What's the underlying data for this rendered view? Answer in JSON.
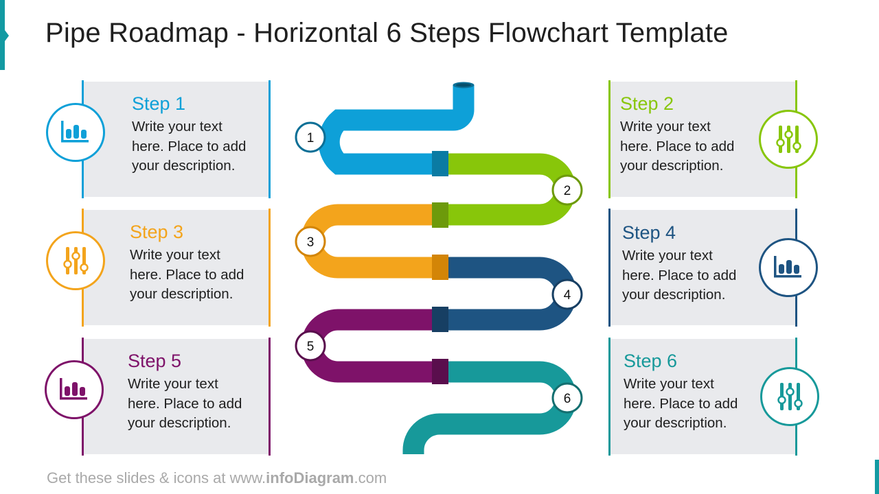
{
  "title": "Pipe Roadmap - Horizontal 6 Steps Flowchart Template",
  "footer": {
    "prefix": "Get these slides & icons at www.",
    "brand": "infoDiagram",
    "suffix": ".com"
  },
  "colors": {
    "accent": "#139aa2"
  },
  "steps": [
    {
      "id": 1,
      "title": "Step 1",
      "description": [
        "Write your text",
        "here. Place to add",
        "your description."
      ],
      "color": "#0ea0d8",
      "icon": "bar-chart-icon"
    },
    {
      "id": 2,
      "title": "Step 2",
      "description": [
        "Write your text",
        "here. Place to add",
        "your description."
      ],
      "color": "#88c60a",
      "icon": "sliders-icon"
    },
    {
      "id": 3,
      "title": "Step 3",
      "description": [
        "Write your text",
        "here. Place to add",
        "your description."
      ],
      "color": "#f3a41c",
      "icon": "sliders-icon"
    },
    {
      "id": 4,
      "title": "Step 4",
      "description": [
        "Write your text",
        "here. Place to add",
        "your description."
      ],
      "color": "#1e5482",
      "icon": "bar-chart-icon"
    },
    {
      "id": 5,
      "title": "Step 5",
      "description": [
        "Write your text",
        "here. Place to add",
        "your description."
      ],
      "color": "#7e1269",
      "icon": "bar-chart-icon"
    },
    {
      "id": 6,
      "title": "Step 6",
      "description": [
        "Write your text",
        "here. Place to add",
        "your description."
      ],
      "color": "#17999a",
      "icon": "sliders-icon"
    }
  ],
  "pipe": {
    "badges": [
      "1",
      "2",
      "3",
      "4",
      "5",
      "6"
    ],
    "segment_colors": [
      "#0ea0d8",
      "#88c60a",
      "#f3a41c",
      "#1e5482",
      "#7e1269",
      "#17999a"
    ],
    "joint_colors": [
      "#0b7ba3",
      "#6d9a0b",
      "#d38507",
      "#173f63",
      "#5a0e4d"
    ]
  }
}
